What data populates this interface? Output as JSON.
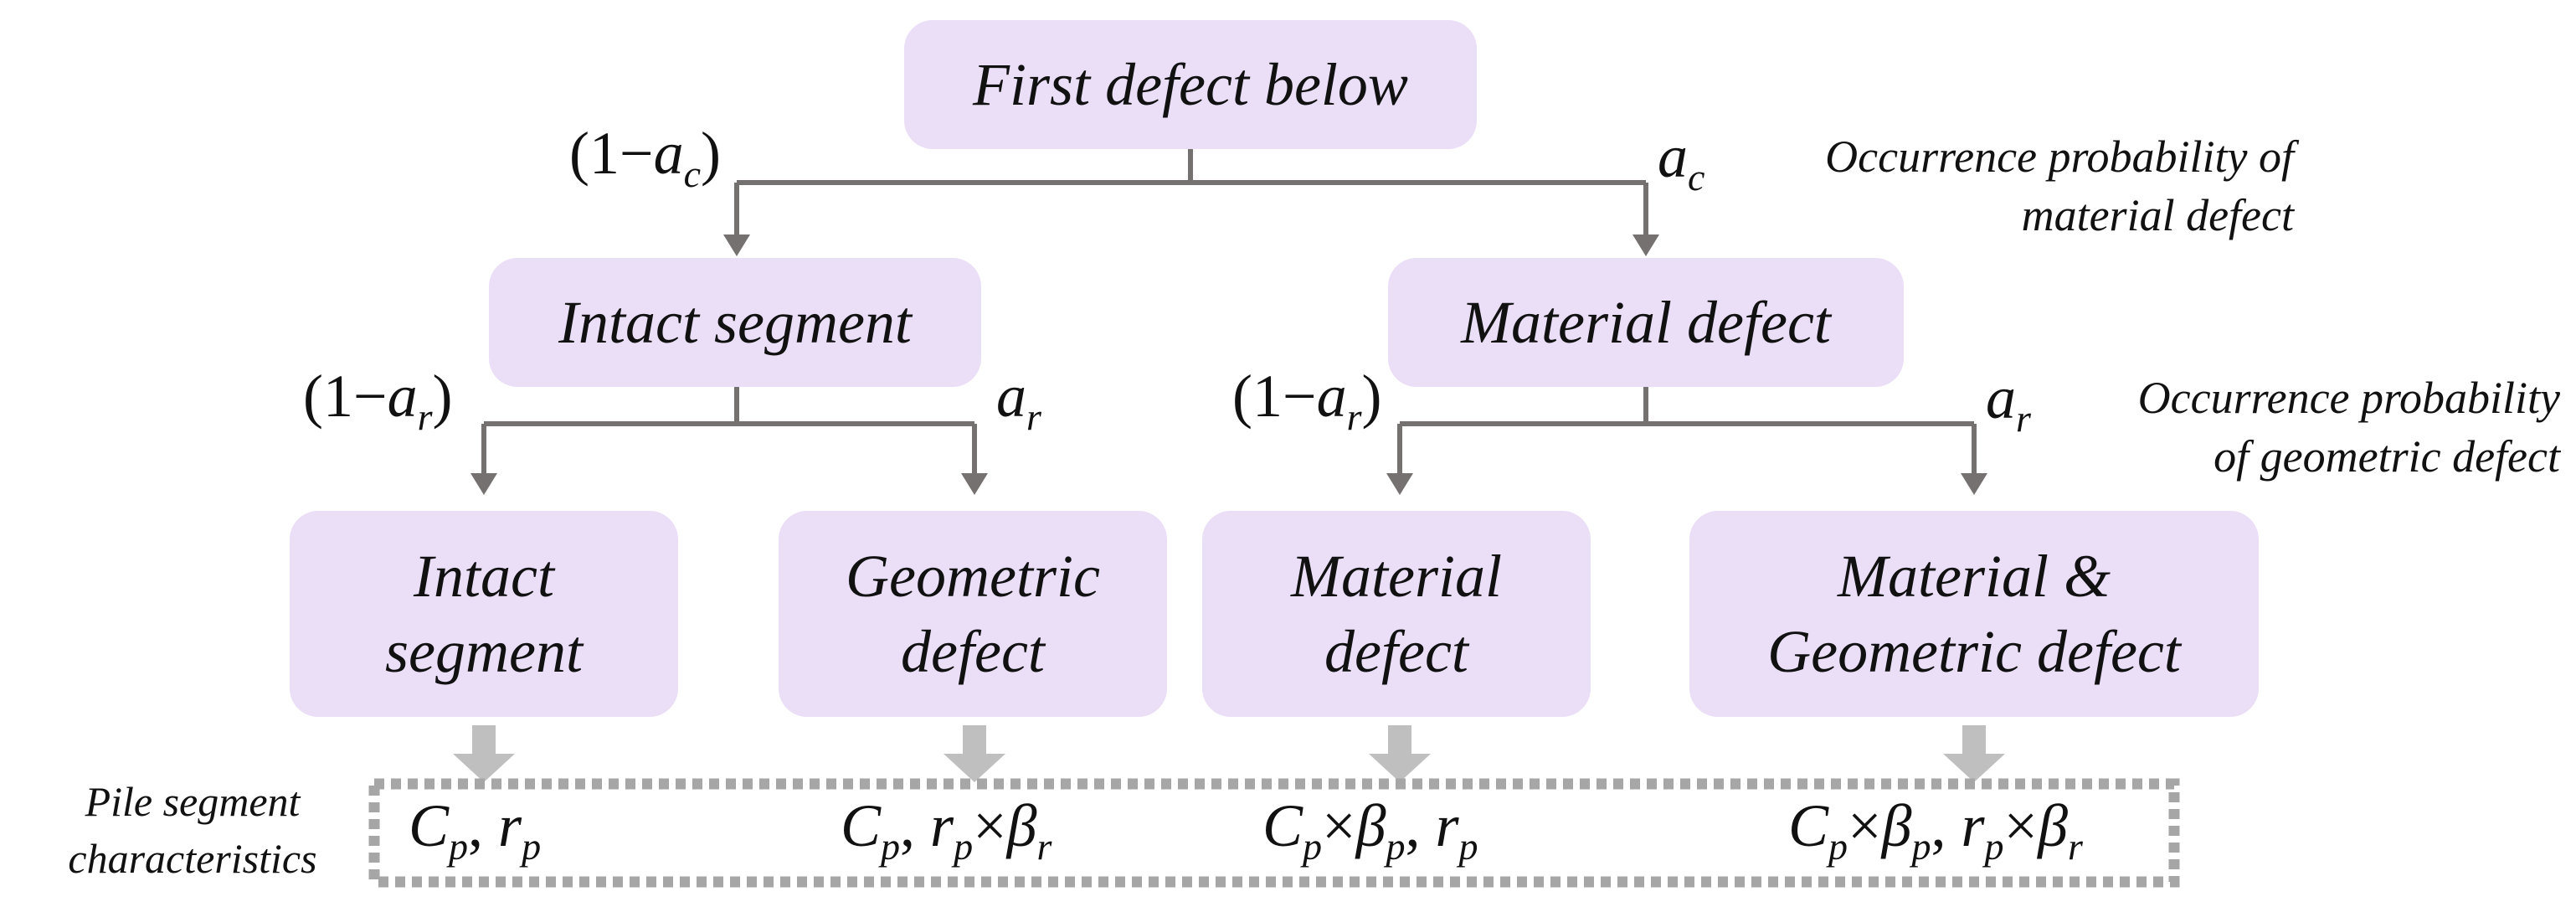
{
  "nodes": {
    "root": "First defect below",
    "intact_l2": "Intact segment",
    "material_l2": "Material defect",
    "intact_l3_line1": "Intact",
    "intact_l3_line2": "segment",
    "geometric_l3_line1": "Geometric",
    "geometric_l3_line2": "defect",
    "material_l3_line1": "Material",
    "material_l3_line2": "defect",
    "matgeo_l3_line1": "Material &",
    "matgeo_l3_line2": "Geometric defect"
  },
  "probabilities": {
    "one_minus_ac": {
      "prefix": "(1−",
      "symbol": "a",
      "sub": "c",
      "suffix": ")"
    },
    "ac": {
      "symbol": "a",
      "sub": "c"
    },
    "one_minus_ar": {
      "prefix": "(1−",
      "symbol": "a",
      "sub": "r",
      "suffix": ")"
    },
    "ar": {
      "symbol": "a",
      "sub": "r"
    }
  },
  "notes": {
    "material_line1": "Occurrence probability of",
    "material_line2": "material defect",
    "geometric_line1": "Occurrence probability",
    "geometric_line2": "of geometric defect"
  },
  "characteristics": {
    "side_label_line1": "Pile segment",
    "side_label_line2": "characteristics",
    "C": "C",
    "p": "p",
    "r": "r",
    "r_sub": "r",
    "beta": "β",
    "comma": ",",
    "times": "×"
  },
  "colors": {
    "node_fill": "#ebdff8",
    "connector": "#767171",
    "block_arrow": "#bfbfbf",
    "dotted_border": "#a6a6a6"
  }
}
